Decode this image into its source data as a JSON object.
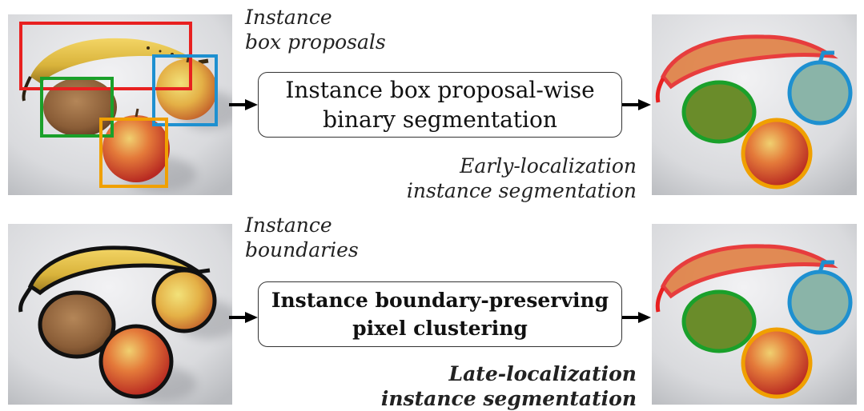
{
  "top": {
    "input_caption": [
      "Instance",
      "box proposals"
    ],
    "process_lines": [
      "Instance box proposal-wise",
      "binary segmentation"
    ],
    "method_caption": [
      "Early-localization",
      "instance segmentation"
    ]
  },
  "bottom": {
    "input_caption": [
      "Instance",
      "boundaries"
    ],
    "process_lines": [
      "Instance boundary-preserving",
      "pixel clustering"
    ],
    "method_caption": [
      "Late-localization",
      "instance segmentation"
    ]
  },
  "colors": {
    "banana": "#e82020",
    "cookie": "#1aa02a",
    "apple_right": "#1e90d0",
    "apple_bottom": "#f0a000",
    "boundary": "#111111"
  },
  "icons": [
    "fruit-photo",
    "arrow-right-icon"
  ]
}
